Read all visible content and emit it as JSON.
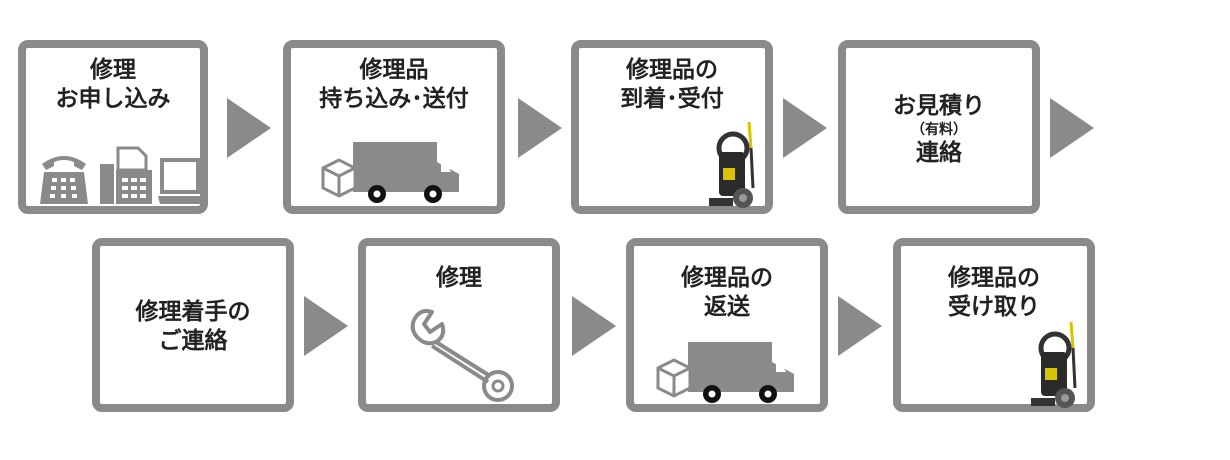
{
  "steps": [
    {
      "line1": "修理",
      "line2": "お申し込み",
      "icon": "phone-fax-computer-icon"
    },
    {
      "line1": "修理品",
      "line2": "持ち込み･送付",
      "icon": "delivery-truck-icon"
    },
    {
      "line1": "修理品の",
      "line2": "到着･受付",
      "icon": "pressure-washer-icon"
    },
    {
      "line1": "お見積り",
      "note": "（有料）",
      "line2": "連絡"
    },
    {
      "line1": "修理着手の",
      "line2": "ご連絡"
    },
    {
      "line1": "修理",
      "icon": "wrench-icon"
    },
    {
      "line1": "修理品の",
      "line2": "返送",
      "icon": "delivery-truck-icon"
    },
    {
      "line1": "修理品の",
      "line2": "受け取り",
      "icon": "pressure-washer-icon"
    }
  ],
  "colors": {
    "frame": "#8a8a8a",
    "icon": "#8a8a8a",
    "accent": "#d8c400"
  }
}
